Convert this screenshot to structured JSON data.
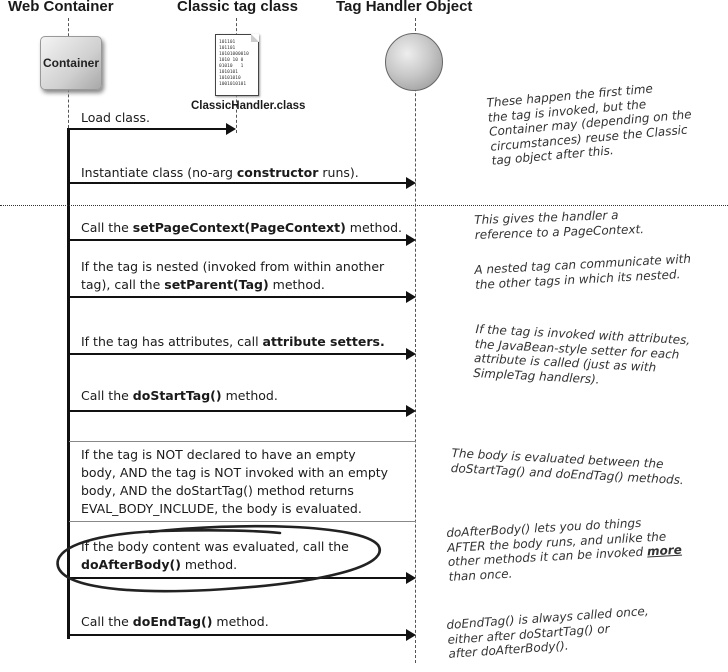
{
  "headers": {
    "web_container": "Web Container",
    "classic_tag_class": "Classic tag class",
    "tag_handler_object": "Tag Handler Object"
  },
  "container_label": "Container",
  "class_file": {
    "label": "ClassicHandler.class",
    "binary": "101101\n101101\n10101000010\n1010 10 0\n01010   1\n1010101\n10101010\n1001010101"
  },
  "steps": {
    "load": "Load class.",
    "instantiate": {
      "a": "Instantiate class (no-arg ",
      "b": "constructor",
      "c": " runs)."
    },
    "pagecontext": {
      "a": "Call the ",
      "b": "setPageContext(PageContext)",
      "c": " method."
    },
    "parent": {
      "l1": "If the tag is nested (invoked from within another",
      "a": "tag), call the ",
      "b": "setParent(Tag)",
      "c": " method."
    },
    "attributes": {
      "a": "If the tag has attributes, call ",
      "b": "attribute setters."
    },
    "starttag": {
      "a": "Call the ",
      "b": "doStartTag()",
      "c": " method."
    },
    "body": [
      "If the tag is NOT declared to have an empty",
      "body, AND the tag is NOT invoked with an empty",
      "body, AND the doStartTag() method returns",
      "EVAL_BODY_INCLUDE, the body is evaluated."
    ],
    "afterbody": {
      "l1": "If the body content was evaluated, call the",
      "b": "doAfterBody()",
      "c": " method."
    },
    "endtag": {
      "a": "Call the ",
      "b": "doEndTag()",
      "c": " method."
    }
  },
  "notes": {
    "first_time": [
      "These happen the first time",
      "the tag is invoked, but the",
      "Container may (depending on the",
      "circumstances) reuse the Classic",
      "tag object after this."
    ],
    "pagecontext": [
      "This gives the handler a",
      "reference to a PageContext."
    ],
    "nested": [
      "A nested tag can communicate with",
      "the other tags in which its nested."
    ],
    "attributes": [
      "If the tag is invoked with attributes,",
      "the JavaBean-style setter for each",
      "attribute is called (just as with",
      "SimpleTag handlers)."
    ],
    "body": [
      "The body is evaluated between the",
      "doStartTag() and doEndTag() methods."
    ],
    "afterbody": {
      "l1": "doAfterBody() lets you do things",
      "l2": "AFTER the body runs, and unlike the",
      "l3a": "other methods it can be invoked ",
      "l3b": "more",
      "l4": "than once."
    },
    "endtag": [
      "doEndTag() is always called once,",
      "either after doStartTag() or",
      "after doAfterBody()."
    ]
  },
  "colors": {
    "ink": "#111111",
    "note_ink": "#333333",
    "separator": "#888888"
  }
}
